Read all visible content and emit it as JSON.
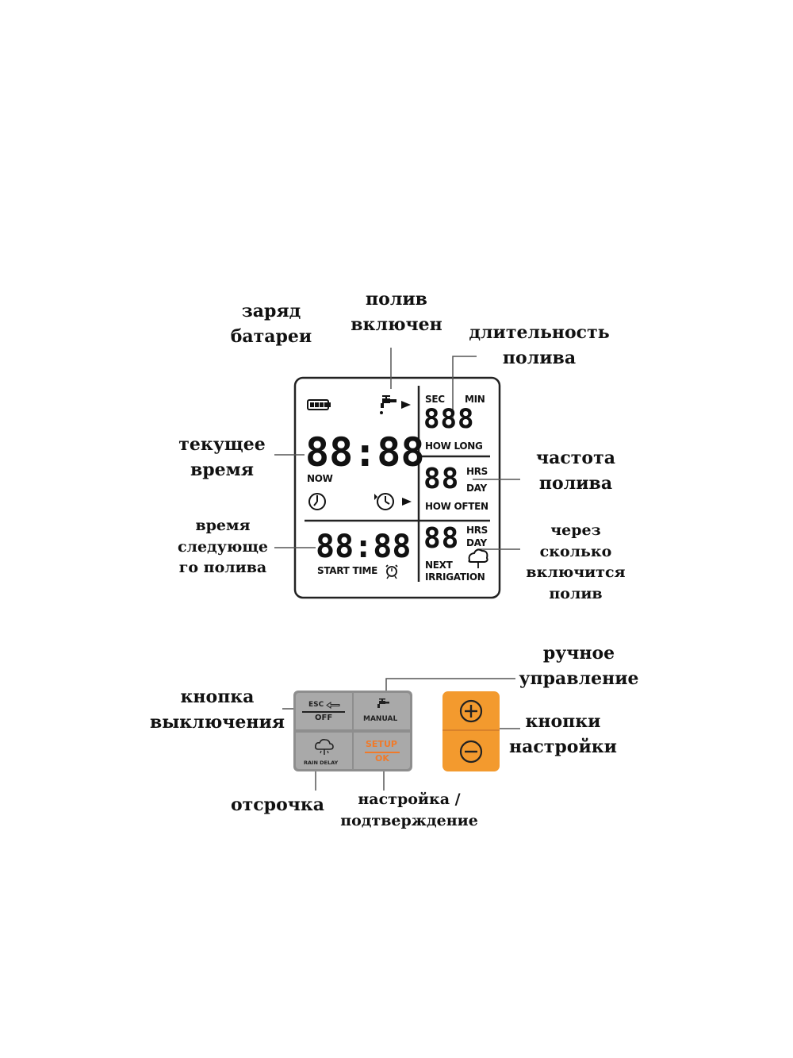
{
  "labels": {
    "battery": [
      "заряд",
      "батареи"
    ],
    "watering_on": [
      "полив",
      "включен"
    ],
    "duration": [
      "длительность",
      "полива"
    ],
    "current_time": [
      "текущее",
      "время"
    ],
    "frequency": [
      "частота",
      "полива"
    ],
    "next_time": [
      "время",
      "следующе",
      "го полива"
    ],
    "next_in": [
      "через",
      "сколько",
      "включится",
      "полив"
    ],
    "manual": [
      "ручное",
      "управление"
    ],
    "off_button": [
      "кнопка",
      "выключения"
    ],
    "adjust_buttons": [
      "кнопки",
      "настройки"
    ],
    "delay": [
      "отсрочка"
    ],
    "setup_confirm": [
      "настройка /",
      "подтверждение"
    ]
  },
  "lcd": {
    "sec": "SEC",
    "min": "MIN",
    "duration_digits": "888",
    "how_long": "HOW LONG",
    "clock_digits": "88:88",
    "now": "NOW",
    "freq_digits": "88",
    "hrs": "HRS",
    "day": "DAY",
    "how_often": "HOW OFTEN",
    "start_digits": "88:88",
    "start_time": "START TIME",
    "next_digits": "88",
    "next_hrs": "HRS",
    "next_day": "DAY",
    "next": "NEXT",
    "irrigation": "IRRIGATION"
  },
  "buttons": {
    "esc": "ESC",
    "off": "OFF",
    "manual": "MANUAL",
    "rain_delay": "RAIN DELAY",
    "setup": "SETUP",
    "ok": "OK",
    "plus": "+",
    "minus": "−"
  },
  "colors": {
    "orange": "#f39a2e",
    "button_grey": "#a9a9a9",
    "setup_orange": "#f07a2a"
  }
}
